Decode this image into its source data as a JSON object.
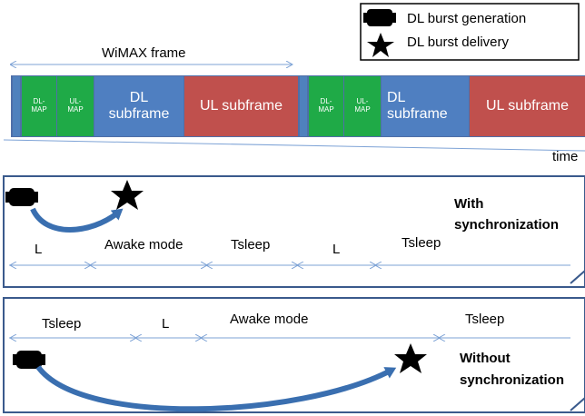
{
  "legend": {
    "generation_label": "DL burst generation",
    "delivery_label": "DL burst delivery"
  },
  "frame": {
    "title": "WiMAX frame",
    "time_label": "time",
    "blocks": [
      {
        "label_line1": "DL-",
        "label_line2": "MAP"
      },
      {
        "label_line1": "UL-",
        "label_line2": "MAP"
      },
      {
        "label_line1": "DL",
        "label_line2": "subframe"
      },
      {
        "label_line1": "UL subframe",
        "label_line2": ""
      },
      {
        "label_line1": "DL-",
        "label_line2": "MAP"
      },
      {
        "label_line1": "UL-",
        "label_line2": "MAP"
      },
      {
        "label_line1": "DL",
        "label_line2": "subframe"
      },
      {
        "label_line1": "UL subframe",
        "label_line2": ""
      }
    ]
  },
  "with_sync": {
    "title_line1": "With",
    "title_line2": "synchronization",
    "segments": [
      "L",
      "Awake mode",
      "Tsleep",
      "L",
      "Tsleep"
    ]
  },
  "without_sync": {
    "title_line1": "Without",
    "title_line2": "synchronization",
    "segments": [
      "Tsleep",
      "L",
      "Awake mode",
      "Tsleep"
    ]
  },
  "colors": {
    "map_green": "#1faa47",
    "dl_blue": "#4f7fc1",
    "ul_red": "#c0504d",
    "bar_blue": "#4f6fa8",
    "arrow_blue": "#3a6fb0",
    "line_blue": "#7ea3d6"
  }
}
